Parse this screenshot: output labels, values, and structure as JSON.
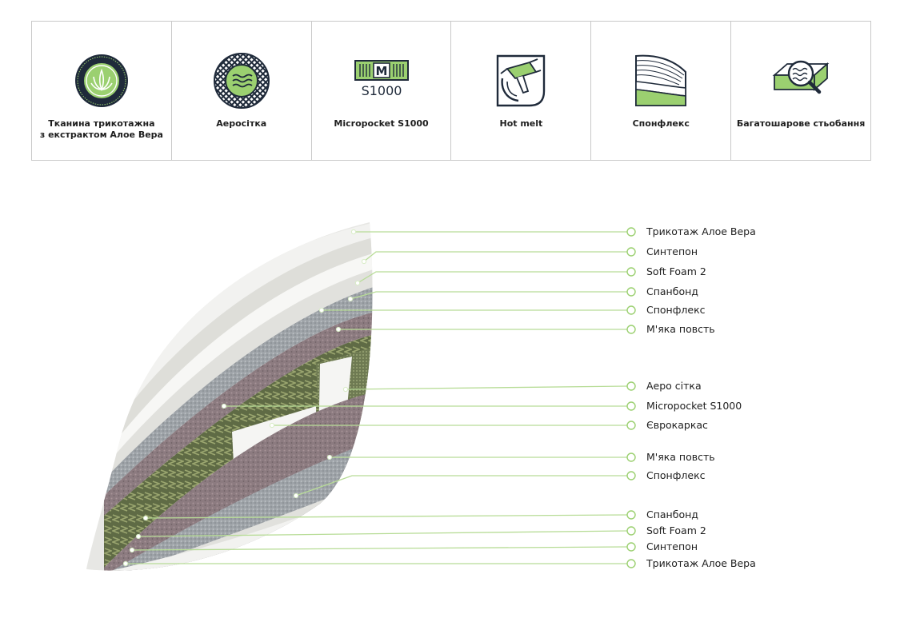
{
  "features": [
    {
      "icon": "aloe-vera-icon",
      "label": "Тканина трикотажна\nз екстрактом Алое Вера"
    },
    {
      "icon": "air-mesh-icon",
      "label": "Аеросітка"
    },
    {
      "icon": "micropocket-spring-icon",
      "icon_text": "S1000",
      "icon_letter": "M",
      "label": "Micropocket S1000"
    },
    {
      "icon": "glue-gun-icon",
      "label": "Hot melt"
    },
    {
      "icon": "spunflex-layers-icon",
      "label": "Спонфлекс"
    },
    {
      "icon": "quilting-magnifier-icon",
      "label": "Багатошарове стьобання"
    }
  ],
  "layers": [
    {
      "label": "Трикотаж Алое Вера"
    },
    {
      "label": "Синтепон"
    },
    {
      "label": "Soft Foam 2"
    },
    {
      "label": "Спанбонд"
    },
    {
      "label": "Спонфлекс"
    },
    {
      "label": "М'яка повсть"
    },
    {
      "label": "Аеро сітка"
    },
    {
      "label": "Micropocket S1000"
    },
    {
      "label": "Єврокаркас"
    },
    {
      "label": "М'яка повсть"
    },
    {
      "label": "Спонфлекс"
    },
    {
      "label": "Спанбонд"
    },
    {
      "label": "Soft Foam 2"
    },
    {
      "label": "Синтепон"
    },
    {
      "label": "Трикотаж Алое Вера"
    }
  ],
  "colors": {
    "accent_green": "#9bd070",
    "dark_navy": "#1f2a3a",
    "leader_line": "#b7dc96",
    "border": "#c9c9c9"
  }
}
